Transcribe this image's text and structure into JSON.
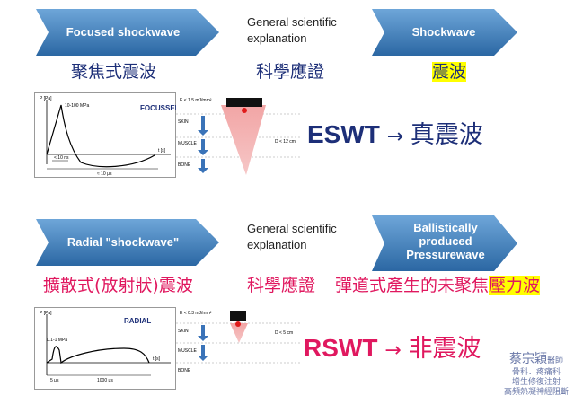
{
  "row1": {
    "left_chevron": "Focused shockwave",
    "middle_text": "General scientific explanation",
    "right_chevron": "Shockwave",
    "left_cn": "聚焦式震波",
    "middle_cn": "科學應證",
    "right_cn": "震波",
    "graph_label": "FOCUSSED",
    "graph_axis_y": "P [Pa]",
    "graph_axis_x": "t [s]",
    "graph_peak": "10-100 MPa",
    "graph_rise": "< 10 ns",
    "graph_duration": "≈ 10 μs",
    "energy_label": "E < 1.5 mJ/mm²",
    "depth_label": "D < 12 cm",
    "tissue_skin": "SKIN",
    "tissue_muscle": "MUSCLE",
    "tissue_bone": "BONE",
    "result_latin": "ESWT",
    "result_arrow": "→",
    "result_cn": "真震波"
  },
  "row2": {
    "left_chevron": "Radial \"shockwave\"",
    "middle_text": "General scientific explanation",
    "right_chevron": "Ballistically produced Pressurewave",
    "left_cn": "擴散式(放射狀)震波",
    "middle_cn": "科學應證",
    "right_cn_plain": "彈道式產生的未聚焦",
    "right_cn_highlight": "壓力波",
    "graph_label": "RADIAL",
    "graph_axis_y": "P [Pa]",
    "graph_axis_x": "t [s]",
    "graph_peak": "0.1-1 MPa",
    "graph_rise": "5 μs",
    "graph_duration": "1000 μs",
    "energy_label": "E < 0.3 mJ/mm²",
    "depth_label": "D < 5 cm",
    "tissue_skin": "SKIN",
    "tissue_muscle": "MUSCLE",
    "tissue_bone": "BONE",
    "result_latin": "RSWT",
    "result_arrow": "→",
    "result_cn": "非震波"
  },
  "stamp": {
    "name": "蔡宗穎",
    "title": "醫師",
    "line1": "骨科．疼痛科",
    "line2": "增生修復注射",
    "line3": "高頻熱凝神經阻斷"
  },
  "colors": {
    "chevron_dark": "#2a6aa5",
    "chevron_light": "#5a96cf",
    "red_text": "#e0185f",
    "navy_text": "#1d2f78",
    "highlight": "#ffff00",
    "cone": "#e89090"
  }
}
